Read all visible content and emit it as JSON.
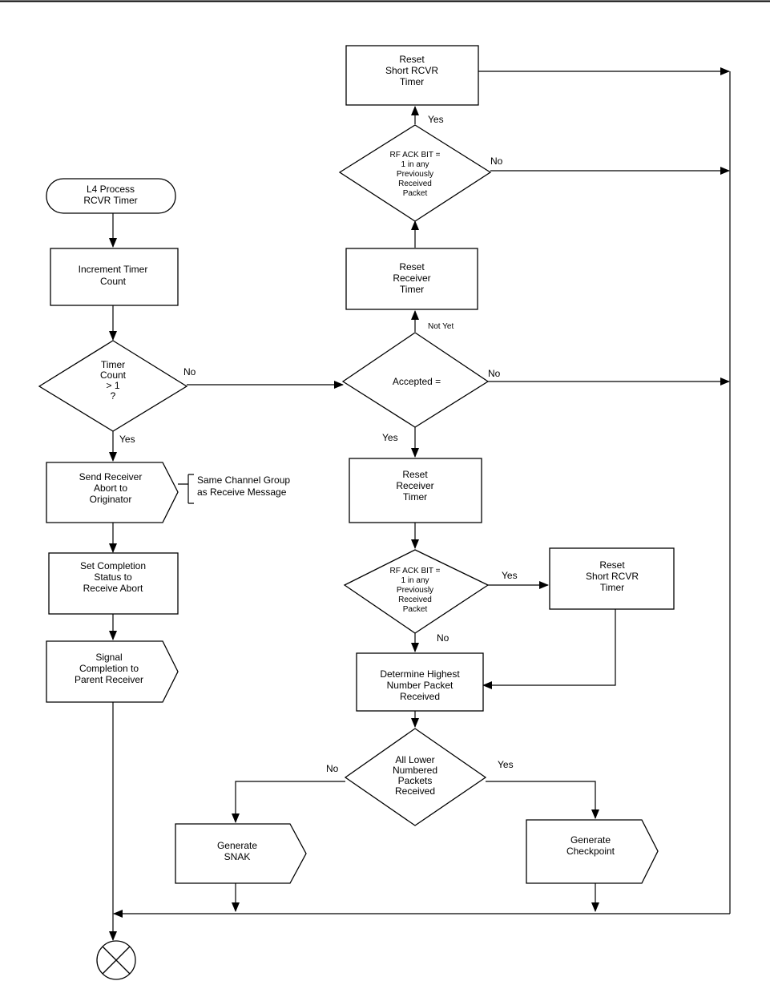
{
  "nodes": {
    "start": [
      "L4 Process",
      "RCVR Timer"
    ],
    "increment": [
      "Increment Timer",
      "Count"
    ],
    "timer_decision": [
      "Timer",
      "Count",
      "> 1",
      "?"
    ],
    "send_abort": [
      "Send Receiver",
      "Abort to",
      "Originator"
    ],
    "same_channel": [
      "Same Channel Group",
      "as Receive Message"
    ],
    "set_completion": [
      "Set Completion",
      "Status to",
      "Receive Abort"
    ],
    "signal_completion": [
      "Signal",
      "Completion to",
      "Parent Receiver"
    ],
    "reset_short_top": [
      "Reset",
      "Short RCVR",
      "Timer"
    ],
    "rf_ack_top": [
      "RF ACK BIT =",
      "1 in any",
      "Previously",
      "Received",
      "Packet"
    ],
    "reset_receiver_top": [
      "Reset",
      "Receiver",
      "Timer"
    ],
    "accepted": [
      "Accepted ="
    ],
    "reset_receiver_mid": [
      "Reset",
      "Receiver",
      "Timer"
    ],
    "rf_ack_mid": [
      "RF ACK BIT =",
      "1 in any",
      "Previously",
      "Received",
      "Packet"
    ],
    "reset_short_right": [
      "Reset",
      "Short RCVR",
      "Timer"
    ],
    "determine_highest": [
      "Determine Highest",
      "Number Packet",
      "Received"
    ],
    "all_lower": [
      "All Lower",
      "Numbered",
      "Packets",
      "Received"
    ],
    "generate_snak": [
      "Generate",
      "SNAK"
    ],
    "generate_checkpoint": [
      "Generate",
      "Checkpoint"
    ]
  },
  "labels": {
    "rf_top_yes": "Yes",
    "rf_top_no": "No",
    "not_yet": "Not Yet",
    "timer_no": "No",
    "accepted_no": "No",
    "timer_yes": "Yes",
    "accepted_yes": "Yes",
    "rf_mid_yes": "Yes",
    "rf_mid_no": "No",
    "all_lower_no": "No",
    "all_lower_yes": "Yes"
  }
}
